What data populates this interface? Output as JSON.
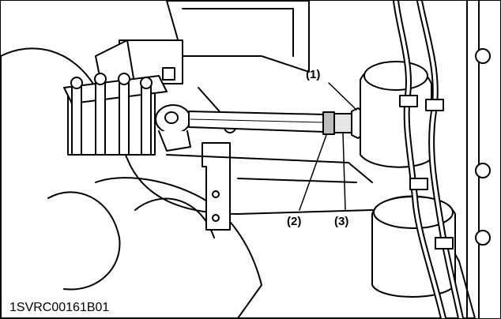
{
  "figure": {
    "code": "1SVRC00161B01",
    "callouts": [
      {
        "label": "(1)"
      },
      {
        "label": "(2)"
      },
      {
        "label": "(3)"
      }
    ]
  }
}
